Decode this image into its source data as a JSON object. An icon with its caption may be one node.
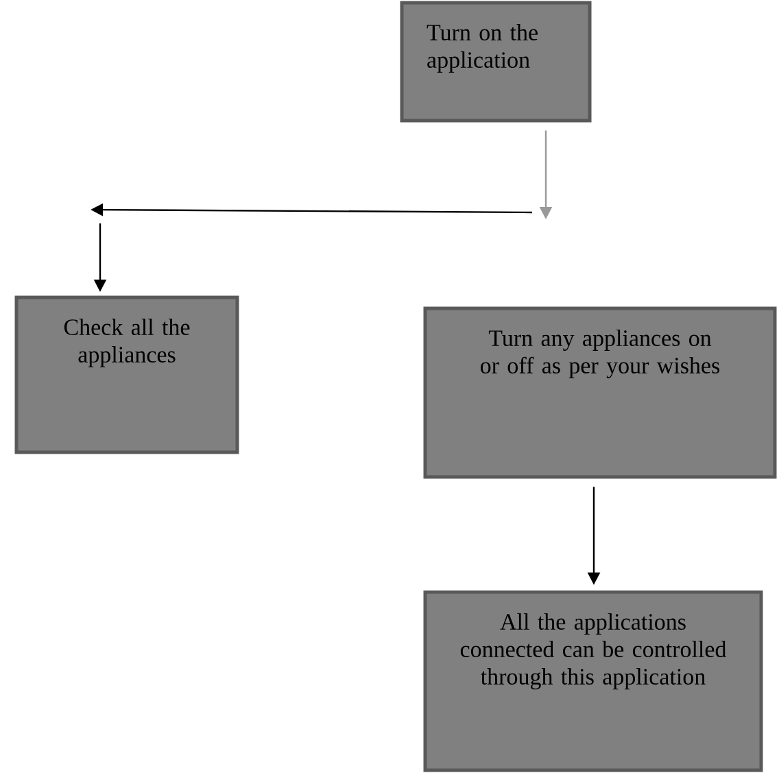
{
  "diagram": {
    "nodes": [
      {
        "text": [
          "Turn on the application"
        ]
      },
      {
        "text": [
          "Check all the appliances"
        ]
      },
      {
        "text": [
          "Turn any appliances on or off as per your wishes"
        ]
      },
      {
        "text": [
          "All the applications connected can be controlled through this application"
        ]
      }
    ],
    "edges": [
      {
        "from": 0,
        "to": null,
        "arrow": "to",
        "color": "#999999"
      },
      {
        "from": null,
        "to": 1,
        "arrow": "to"
      },
      {
        "from": 2,
        "to": 3,
        "arrow": "to"
      }
    ]
  }
}
